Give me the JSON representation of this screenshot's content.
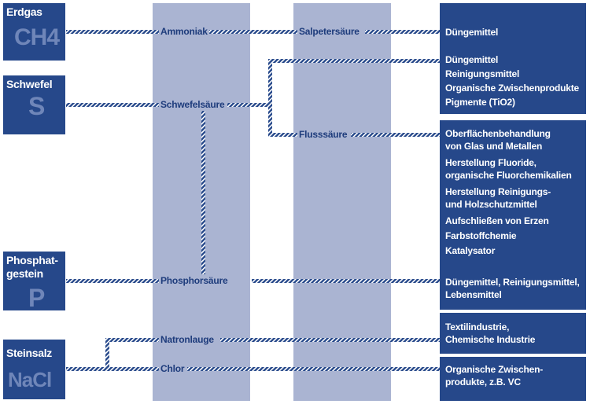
{
  "sources": [
    {
      "id": "erdgas",
      "name": "Erdgas",
      "symbol": "CH4"
    },
    {
      "id": "schwefel",
      "name": "Schwefel",
      "symbol": "S"
    },
    {
      "id": "phosphat",
      "name_line1": "Phosphat-",
      "name_line2": "gestein",
      "symbol": "P"
    },
    {
      "id": "steinsalz",
      "name": "Steinsalz",
      "symbol": "NaCl"
    }
  ],
  "intermediates": {
    "ammoniak": "Ammoniak",
    "salpetersaeure": "Salpetersäure",
    "schwefelsaeure": "Schwefelsäure",
    "flusssaeure": "Flusssäure",
    "phosphorsaeure": "Phosphorsäure",
    "natronlauge": "Natronlauge",
    "chlor": "Chlor"
  },
  "applications": {
    "duengemittel_1": "Düngemittel",
    "schwefel_uses": [
      "Düngemittel",
      "Reinigungsmittel",
      "Organische Zwischenprodukte",
      "Pigmente (TiO2)"
    ],
    "fluss_uses": [
      [
        "Oberflächenbehandlung",
        "von Glas und Metallen"
      ],
      [
        "Herstellung Fluoride,",
        "organische Fluorchemikalien"
      ],
      [
        "Herstellung Reinigungs-",
        "und Holzschutzmittel"
      ],
      [
        "Aufschließen von Erzen"
      ],
      [
        "Farbstoffchemie"
      ],
      [
        "Katalysator"
      ]
    ],
    "phosphor_uses": [
      "Düngemittel, Reinigungsmittel,",
      "Lebensmittel"
    ],
    "natron_uses": [
      "Textilindustrie,",
      "Chemische Industrie"
    ],
    "chlor_uses": [
      "Organische Zwischen-",
      "produkte, z.B. VC"
    ]
  },
  "colors": {
    "box": "#26488a",
    "band": "#aab4d2",
    "symbol": "#6f86b9",
    "link": "#26488a"
  }
}
